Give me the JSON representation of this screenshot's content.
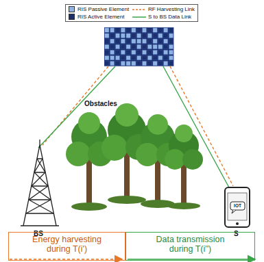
{
  "diagram": {
    "nodes": [
      {
        "text": [
          "Energy harvesting during T(i')"
        ]
      },
      {
        "text": [
          "Data transmission during T(i'')"
        ]
      }
    ],
    "labels": [
      "Obstacles",
      "BS",
      "IOT",
      "S"
    ],
    "legend": [
      {
        "text": "RIS Passive Element",
        "color": "#8fb4e3"
      },
      {
        "text": "RF Harvesting Link"
      },
      {
        "text": "RIS Active Element",
        "color": "#1b2f6e"
      },
      {
        "text": "S to BS Data Link"
      }
    ]
  }
}
